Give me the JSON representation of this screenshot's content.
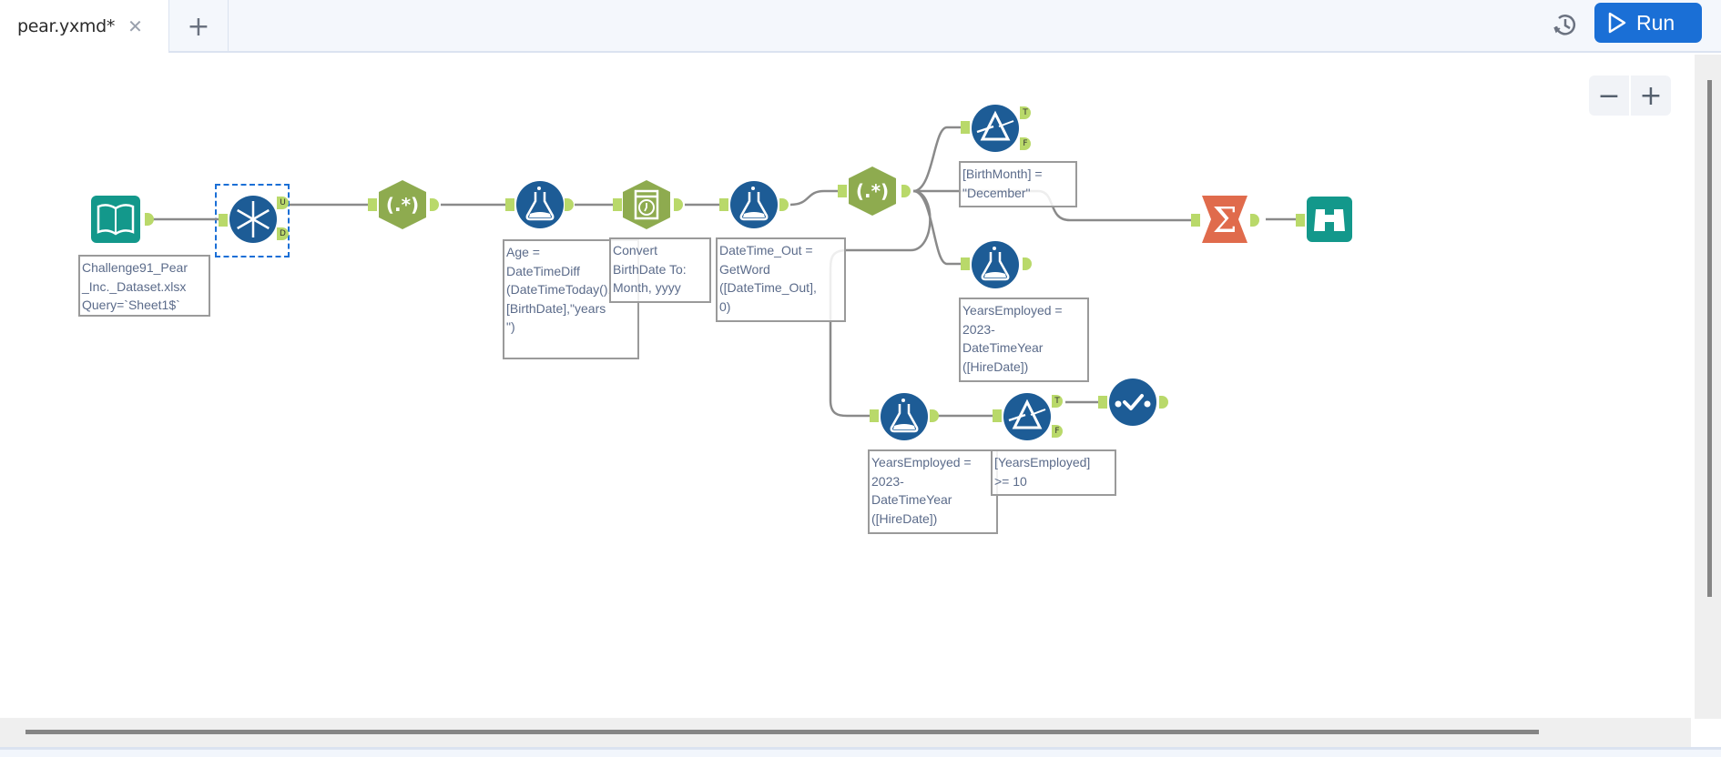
{
  "tabs": [
    {
      "label": "pear.yxmd*",
      "close_icon": "close-icon"
    }
  ],
  "tabbar": {
    "add_icon": "plus-icon",
    "history_icon": "history-icon",
    "run_label": "Run",
    "run_icon": "play-icon"
  },
  "colors": {
    "run_button": "#1a6fd6",
    "tool_blue": "#1d5c96",
    "tool_green": "#8eab4f",
    "tool_teal": "#13988b",
    "tool_orange": "#e06b4c",
    "anchor": "#b9d96a",
    "connection": "#8a8a8a"
  },
  "canvas": {
    "zoom_out_label": "−",
    "zoom_in_label": "+",
    "tools": [
      {
        "id": "input",
        "type": "Input Data",
        "icon": "book-icon",
        "annotation": "Challenge91_Pear\n_Inc._Dataset.xlsx\nQuery=`Sheet1$`"
      },
      {
        "id": "dynamic-rename",
        "type": "Dynamic Rename",
        "icon": "snowflake-icon",
        "selected": true,
        "anchors_out": [
          "U",
          "D"
        ]
      },
      {
        "id": "regex-1",
        "type": "RegEx",
        "icon": "regex-icon",
        "glyph": "(.*)"
      },
      {
        "id": "formula-age",
        "type": "Formula",
        "icon": "flask-icon",
        "annotation": "Age =\nDateTimeDiff\n(DateTimeToday(),\n[BirthDate],\"years\n\")"
      },
      {
        "id": "datetime",
        "type": "DateTime",
        "icon": "clock-icon",
        "annotation": "Convert\nBirthDate To:\nMonth, yyyy"
      },
      {
        "id": "formula-getword",
        "type": "Formula",
        "icon": "flask-icon",
        "annotation": "DateTime_Out =\nGetWord\n([DateTime_Out],\n0)"
      },
      {
        "id": "regex-2",
        "type": "RegEx",
        "icon": "regex-icon",
        "glyph": "(.*)"
      },
      {
        "id": "filter-december",
        "type": "Filter",
        "icon": "filter-icon",
        "anchors_out": [
          "T",
          "F"
        ],
        "annotation": "[BirthMonth] =\n\"December\""
      },
      {
        "id": "formula-years-1",
        "type": "Formula",
        "icon": "flask-icon",
        "annotation": "YearsEmployed =\n2023-\nDateTimeYear\n([HireDate])"
      },
      {
        "id": "summarize",
        "type": "Summarize",
        "icon": "sigma-icon",
        "glyph": "Σ"
      },
      {
        "id": "browse",
        "type": "Browse",
        "icon": "binoculars-icon"
      },
      {
        "id": "formula-years-2",
        "type": "Formula",
        "icon": "flask-icon",
        "annotation": "YearsEmployed =\n2023-\nDateTimeYear\n([HireDate])"
      },
      {
        "id": "filter-years",
        "type": "Filter",
        "icon": "filter-icon",
        "anchors_out": [
          "T",
          "F"
        ],
        "annotation": "[YearsEmployed]\n>= 10"
      },
      {
        "id": "test",
        "type": "Test",
        "icon": "checkmark-icon"
      }
    ]
  }
}
